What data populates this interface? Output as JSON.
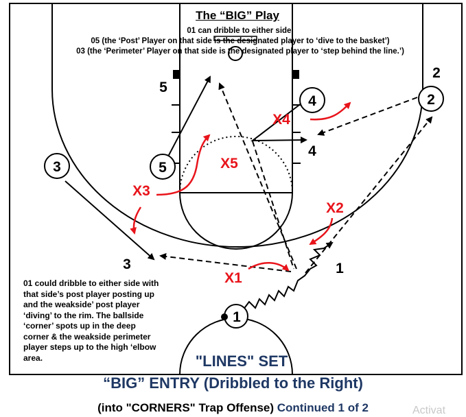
{
  "title": "The “BIG” Play",
  "notes": [
    "01 can dribble to either side.",
    "05 (the ‘Post’ Player on that side is the designated player to ‘dive to the basket’)",
    "03 (the ‘Perimeter’ Player on that side is the designated player to ‘step behind the line.’)"
  ],
  "side_note": "01 could dribble to either side with that side’s post player posting up and the weakside’ post player ‘diving’ to the rim. The ballside ‘corner’ spots up in the deep corner & the weakside perimeter player steps up to the high ‘elbow area.",
  "set_label": "\"LINES\" SET",
  "entry_label": "“BIG” ENTRY (Dribbled to the Right)",
  "sub_label": "(into \"CORNERS\" Trap Offense)",
  "continued_label": "Continued 1 of 2",
  "watermark": "Activat",
  "offense_players": [
    {
      "id": "1",
      "label": "1"
    },
    {
      "id": "2",
      "label": "2"
    },
    {
      "id": "3",
      "label": "3"
    },
    {
      "id": "4",
      "label": "4"
    },
    {
      "id": "5",
      "label": "5"
    }
  ],
  "destination_labels": [
    "5",
    "2",
    "4",
    "3",
    "1"
  ],
  "defenders": [
    "X1",
    "X2",
    "X3",
    "X4",
    "X5"
  ],
  "colors": {
    "defense": "#e8141b",
    "title_text": "#1f3864",
    "court_line": "#000000"
  }
}
